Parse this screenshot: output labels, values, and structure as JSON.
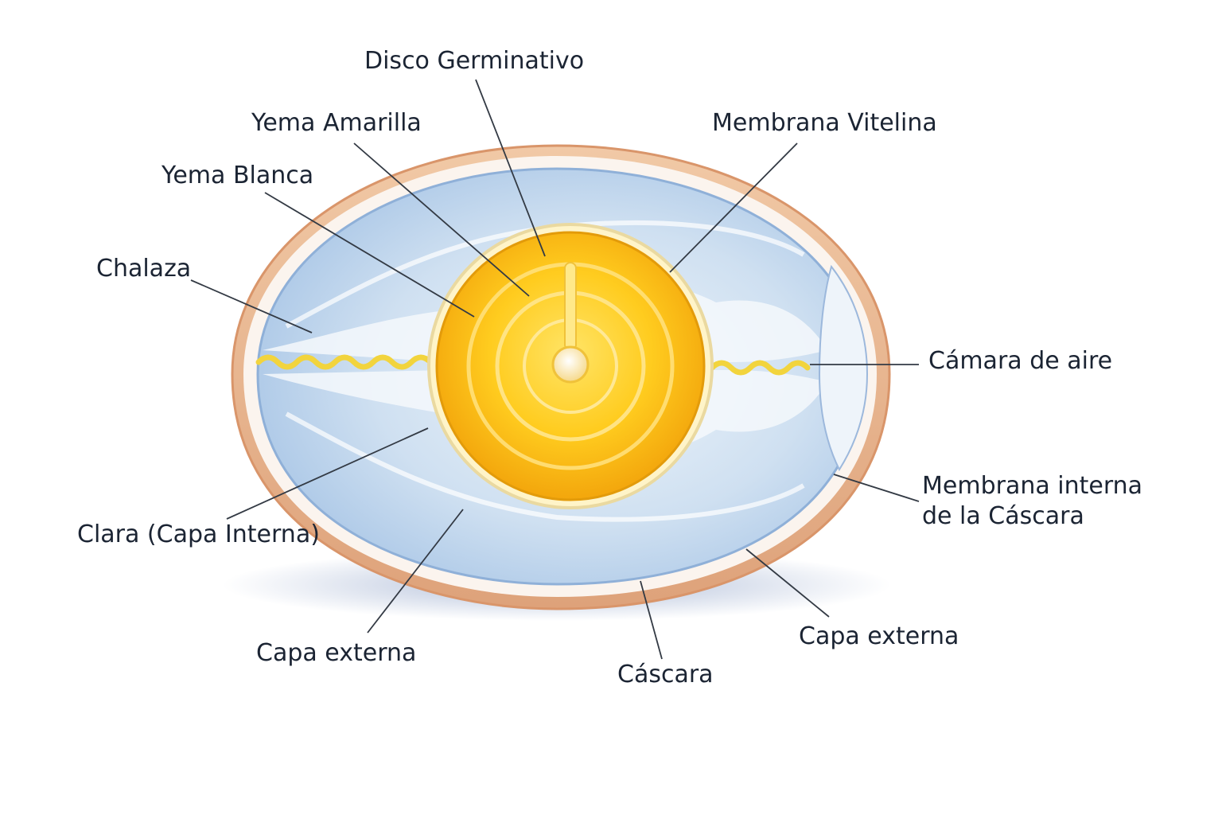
{
  "labels": {
    "disco_germinativo": "Disco Germinativo",
    "yema_amarilla": "Yema Amarilla",
    "membrana_vitelina": "Membrana Vitelina",
    "yema_blanca": "Yema Blanca",
    "chalaza": "Chalaza",
    "camara_de_aire": "Cámara de aire",
    "membrana_interna_line1": "Membrana interna",
    "membrana_interna_line2": "de la Cáscara",
    "clara_capa_interna": "Clara (Capa Interna)",
    "capa_externa_left": "Capa externa",
    "capa_externa_right": "Capa externa",
    "cascara": "Cáscara"
  },
  "colors": {
    "shell": "#e8b48c",
    "shell_inner": "#fbf3ec",
    "albumen": "#c4d9ee",
    "albumen_light": "#e8f1f9",
    "yolk_outer": "#f7b812",
    "yolk_inner": "#ffd93a",
    "chalaza": "#f3d23a",
    "leader_line": "#333a44",
    "label_text": "#1b2433"
  }
}
